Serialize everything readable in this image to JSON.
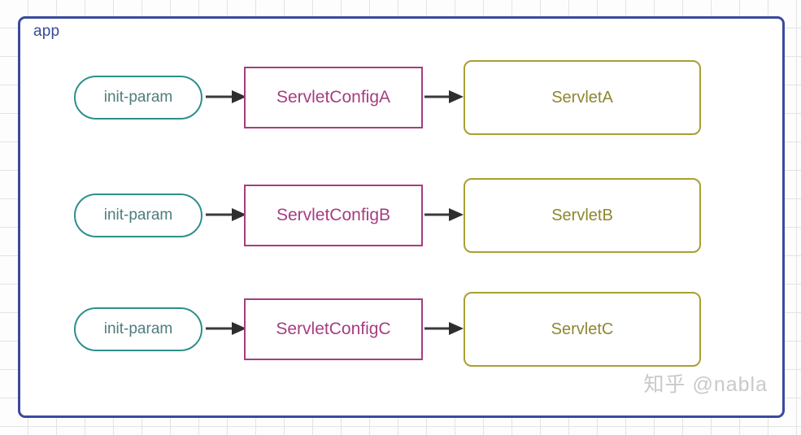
{
  "diagram": {
    "title": "app",
    "title_color": "#3b4a96",
    "container_border_color": "#3b4a9e",
    "background_color": "#fdfdfd",
    "grid_color": "#e3e3e3",
    "arrow_color": "#3a3a3a",
    "node_styles": {
      "pill": {
        "border_color": "#2e8f8b",
        "text_color": "#4f7d7d",
        "shape": "rounded-pill"
      },
      "config": {
        "border_color": "#a63d80",
        "text_color": "#a63d80",
        "shape": "rectangle"
      },
      "servlet": {
        "border_color": "#a8a033",
        "text_color": "#8e8730",
        "shape": "rounded-rectangle"
      }
    },
    "rows": [
      {
        "source": {
          "label": "init-param",
          "type": "pill"
        },
        "middle": {
          "label": "ServletConfigA",
          "type": "config"
        },
        "target": {
          "label": "ServletA",
          "type": "servlet"
        }
      },
      {
        "source": {
          "label": "init-param",
          "type": "pill"
        },
        "middle": {
          "label": "ServletConfigB",
          "type": "config"
        },
        "target": {
          "label": "ServletB",
          "type": "servlet"
        }
      },
      {
        "source": {
          "label": "init-param",
          "type": "pill"
        },
        "middle": {
          "label": "ServletConfigC",
          "type": "config"
        },
        "target": {
          "label": "ServletC",
          "type": "servlet"
        }
      }
    ],
    "watermark": "知乎 @nabla"
  }
}
